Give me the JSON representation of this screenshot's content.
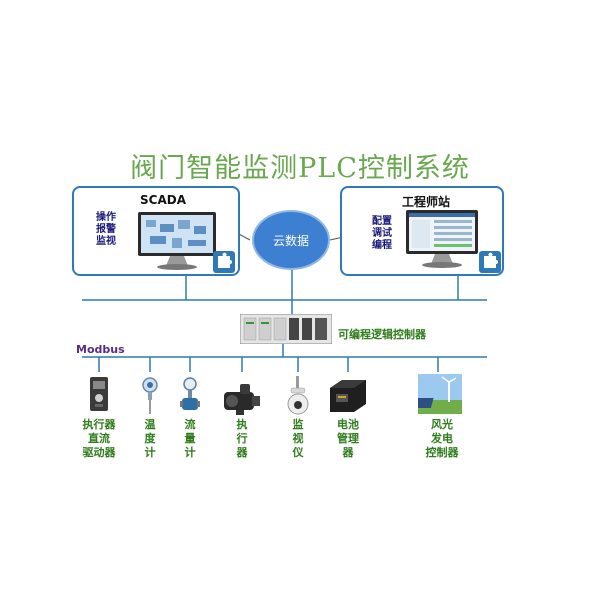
{
  "title": "阀门智能监测PLC控制系统",
  "scada": {
    "title": "SCADA",
    "functions": [
      "操作",
      "报警",
      "监视"
    ]
  },
  "engineer_station": {
    "title": "工程师站",
    "functions": [
      "配置",
      "调试",
      "编程"
    ]
  },
  "cloud": {
    "label": "云数据"
  },
  "plc": {
    "label": "可编程逻辑控制器"
  },
  "bus": {
    "protocol": "Modbus"
  },
  "devices": [
    {
      "lines": [
        "执行器",
        "直流",
        "驱动器"
      ],
      "icon": "actuator-driver-icon"
    },
    {
      "lines": [
        "温",
        "度",
        "计"
      ],
      "icon": "thermometer-icon"
    },
    {
      "lines": [
        "流",
        "量",
        "计"
      ],
      "icon": "flowmeter-icon"
    },
    {
      "lines": [
        "执",
        "行",
        "器"
      ],
      "icon": "actuator-icon"
    },
    {
      "lines": [
        "监",
        "视",
        "仪"
      ],
      "icon": "camera-icon"
    },
    {
      "lines": [
        "电池",
        "管理",
        "器"
      ],
      "icon": "battery-manager-icon"
    },
    {
      "lines": [
        "风光",
        "发电",
        "控制器"
      ],
      "icon": "wind-solar-icon"
    }
  ],
  "colors": {
    "line": "#2f79b6",
    "title": "#6aa84f",
    "label": "#2e7d1a",
    "modbus": "#5b2a86",
    "cloud": "#3d7fd0"
  }
}
